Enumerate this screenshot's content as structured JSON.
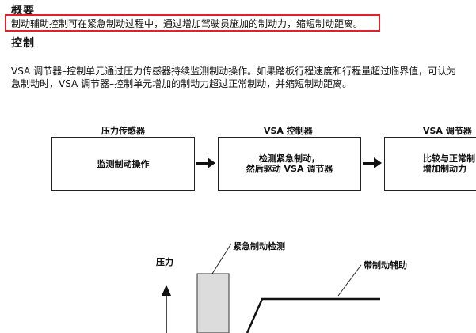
{
  "overview": {
    "title": "概要",
    "text": "制动辅助控制可在紧急制动过程中，通过增加驾驶员施加的制动力，缩短制动距离。"
  },
  "control": {
    "title": "控制",
    "line1": "VSA 调节器–控制单元通过压力传感器持续监测制动操作。如果踏板行程速度和行程量超过临界值，可认为",
    "line2": "急制动时，VSA 调节器–控制单元增加的制动力超过正常制动，并缩短制动距离。"
  },
  "flow": [
    {
      "header": "压力传感器",
      "body": "监测制动操作"
    },
    {
      "header": "VSA 控制器",
      "body": "检测紧急制动，\n然后驱动 VSA 调节器"
    },
    {
      "header": "VSA 调节器",
      "body": "比较与正常制\n增加制动力"
    }
  ],
  "graph": {
    "ylabel": "压力",
    "emergency_label": "紧急制动检测",
    "assist_label": "带制动辅助"
  }
}
